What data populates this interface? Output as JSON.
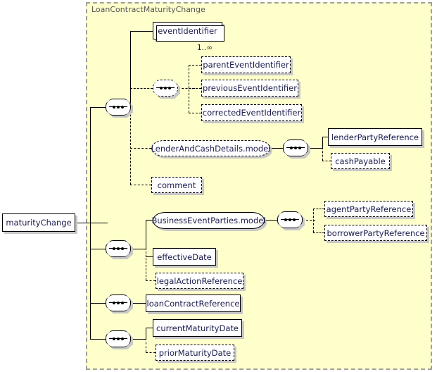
{
  "diagram": {
    "type": "xml-schema-tree",
    "root_element": "maturityChange",
    "panel_title": "LoanContractMaturityChange",
    "colors": {
      "panel_background": "#ffffcc",
      "panel_border": "#a0a0a0",
      "node_text": "#1a1a4d",
      "title_text": "#555555",
      "line": "#000000",
      "shadow": "#c8c8c8"
    }
  },
  "nodes": {
    "root": {
      "label": "maturityChange",
      "required": true
    },
    "event_identifier": {
      "label": "eventIdentifier",
      "required": true,
      "repeating": true,
      "cardinality": "1..∞"
    },
    "parent_event_identifier": {
      "label": "parentEventIdentifier",
      "required": false
    },
    "previous_event_identifier": {
      "label": "previousEventIdentifier",
      "required": false
    },
    "corrected_event_identifier": {
      "label": "correctedEventIdentifier",
      "required": false
    },
    "lender_and_cash_details_model": {
      "label": "LenderAndCashDetails.model",
      "required": false,
      "group": true
    },
    "lender_party_reference": {
      "label": "lenderPartyReference",
      "required": true
    },
    "cash_payable": {
      "label": "cashPayable",
      "required": false
    },
    "comment": {
      "label": "comment",
      "required": false
    },
    "business_event_parties_model": {
      "label": "BusinessEventParties.model",
      "required": true,
      "group": true
    },
    "agent_party_reference": {
      "label": "agentPartyReference",
      "required": false
    },
    "borrower_party_reference": {
      "label": "borrowerPartyReference",
      "required": false
    },
    "effective_date": {
      "label": "effectiveDate",
      "required": true
    },
    "legal_action_reference": {
      "label": "legalActionReference",
      "required": false
    },
    "loan_contract_reference": {
      "label": "loanContractReference",
      "required": true
    },
    "current_maturity_date": {
      "label": "currentMaturityDate",
      "required": true
    },
    "prior_maturity_date": {
      "label": "priorMaturityDate",
      "required": false
    }
  },
  "compositors": {
    "main_sequence": {
      "kind": "sequence",
      "required": true
    },
    "event_id_sequence": {
      "kind": "sequence",
      "required": false
    },
    "lender_cash_sequence": {
      "kind": "sequence",
      "required": true
    },
    "parties_sequence": {
      "kind": "sequence",
      "required": true
    },
    "effective_sequence": {
      "kind": "sequence",
      "required": true
    },
    "loan_contract_sequence": {
      "kind": "sequence",
      "required": true
    },
    "maturity_date_sequence": {
      "kind": "sequence",
      "required": true
    }
  }
}
